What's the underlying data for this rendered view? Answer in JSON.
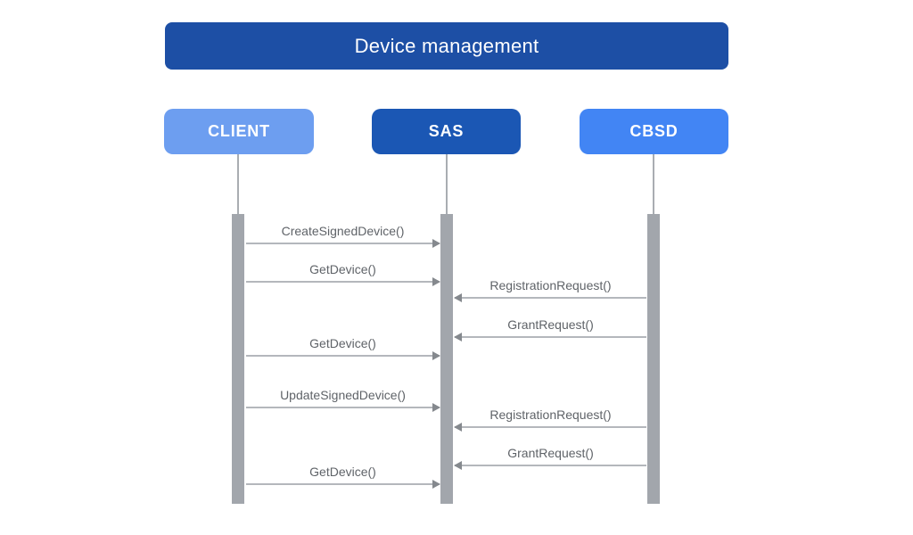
{
  "title": "Device management",
  "colors": {
    "title_bg": "#1d4fa5",
    "client_bg": "#6d9ef0",
    "sas_bg": "#1b57b4",
    "cbsd_bg": "#4285f4",
    "lifeline": "#a9adb2",
    "activation_bar": "#a2a6ac",
    "arrow_line": "#b4b7bc",
    "arrow_head": "#85898e",
    "message_text": "#5f6368",
    "background": "#ffffff"
  },
  "actors": [
    {
      "id": "client",
      "label": "CLIENT"
    },
    {
      "id": "sas",
      "label": "SAS"
    },
    {
      "id": "cbsd",
      "label": "CBSD"
    }
  ],
  "diagram": {
    "type": "sequence",
    "messages": [
      {
        "label": "CreateSignedDevice()",
        "from": "CLIENT",
        "to": "SAS"
      },
      {
        "label": "GetDevice()",
        "from": "CLIENT",
        "to": "SAS"
      },
      {
        "label": "RegistrationRequest()",
        "from": "CBSD",
        "to": "SAS"
      },
      {
        "label": "GrantRequest()",
        "from": "CBSD",
        "to": "SAS"
      },
      {
        "label": "GetDevice()",
        "from": "CLIENT",
        "to": "SAS"
      },
      {
        "label": "UpdateSignedDevice()",
        "from": "CLIENT",
        "to": "SAS"
      },
      {
        "label": "RegistrationRequest()",
        "from": "CBSD",
        "to": "SAS"
      },
      {
        "label": "GrantRequest()",
        "from": "CBSD",
        "to": "SAS"
      },
      {
        "label": "GetDevice()",
        "from": "CLIENT",
        "to": "SAS"
      }
    ]
  }
}
